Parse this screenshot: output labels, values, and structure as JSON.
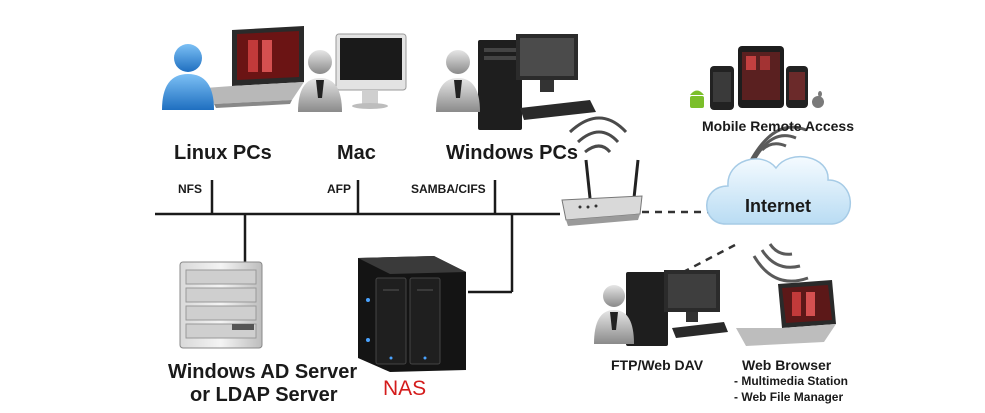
{
  "nodes": {
    "linux": {
      "label": "Linux PCs",
      "protocol": "NFS"
    },
    "mac": {
      "label": "Mac",
      "protocol": "AFP"
    },
    "windows": {
      "label": "Windows PCs",
      "protocol": "SAMBA/CIFS"
    },
    "mobile": {
      "label": "Mobile Remote Access"
    },
    "internet": {
      "label": "Internet"
    },
    "ad_server": {
      "line1": "Windows AD Server",
      "line2": "or LDAP Server"
    },
    "nas": {
      "label": "NAS"
    },
    "ftp": {
      "label": "FTP/Web DAV"
    },
    "web_browser": {
      "title": "Web Browser",
      "item1": "- Multimedia Station",
      "item2": "- Web File Manager"
    }
  },
  "colors": {
    "line": "#1a1a1a",
    "nas_label": "#d41c1c",
    "cloud": "#cfe6f7",
    "user_icon": "#3a8fdc"
  }
}
